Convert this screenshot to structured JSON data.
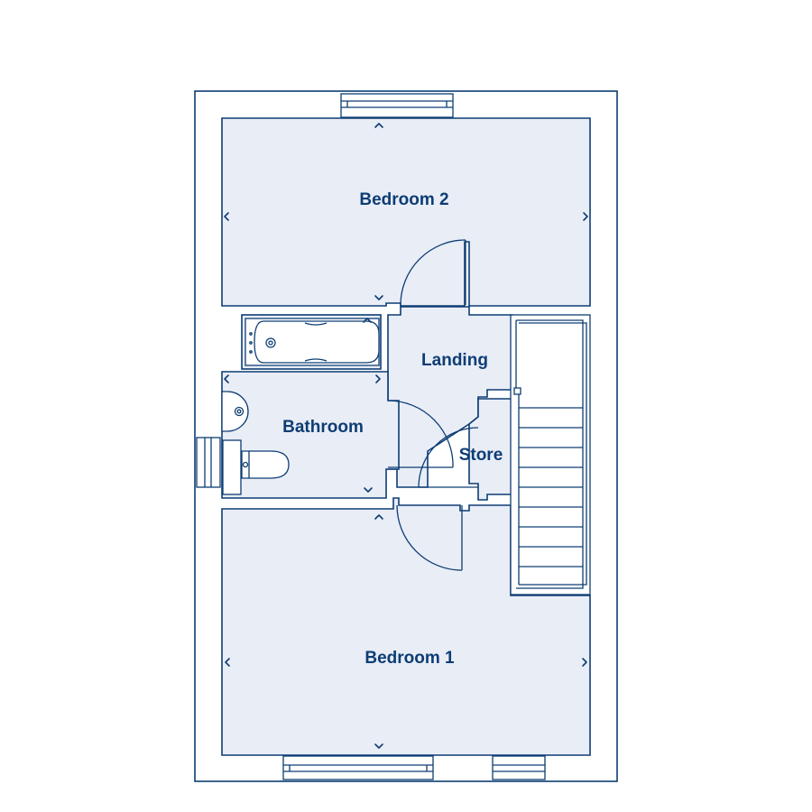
{
  "rooms": {
    "bedroom2": "Bedroom 2",
    "landing": "Landing",
    "bathroom": "Bathroom",
    "store": "Store",
    "bedroom1": "Bedroom 1"
  },
  "colors": {
    "line": "#0d3d74",
    "room_fill": "#e9edf6",
    "background": "#ffffff"
  },
  "icons": {
    "dimension_marker": "chevron-icon",
    "door_swing": "door-swing-icon",
    "window": "window-icon",
    "stairs": "stairs-icon",
    "bathtub": "bathtub-icon",
    "washbasin": "washbasin-icon",
    "toilet": "toilet-icon"
  }
}
